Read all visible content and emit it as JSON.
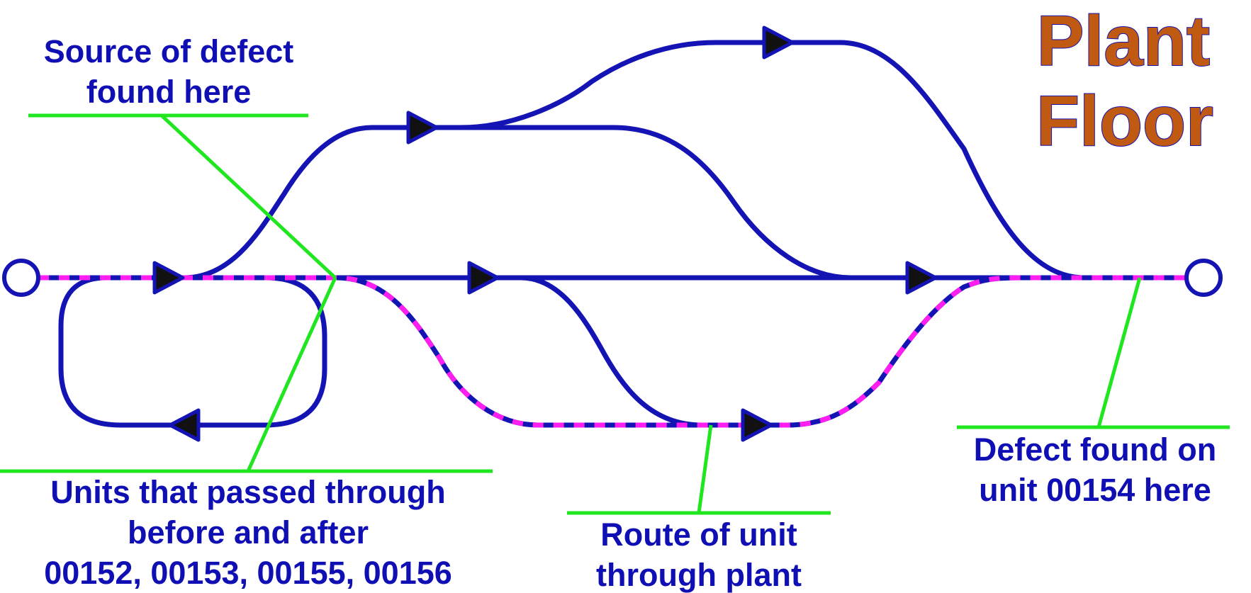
{
  "title": {
    "line1": "Plant",
    "line2": "Floor",
    "color": "#c05a12"
  },
  "labels": {
    "source": {
      "line1": "Source of defect",
      "line2": "found here"
    },
    "units": {
      "line1": "Units that passed through",
      "line2": "before and after",
      "line3": "00152, 00153, 00155, 00156"
    },
    "route": {
      "line1": "Route of unit",
      "line2": "through plant"
    },
    "defect": {
      "line1": "Defect found on",
      "line2": "unit 00154 here"
    }
  },
  "colors": {
    "track": "#1414b4",
    "route": "#ff1ef0",
    "leader": "#1fe61f",
    "label_text": "#0f0fb4"
  }
}
